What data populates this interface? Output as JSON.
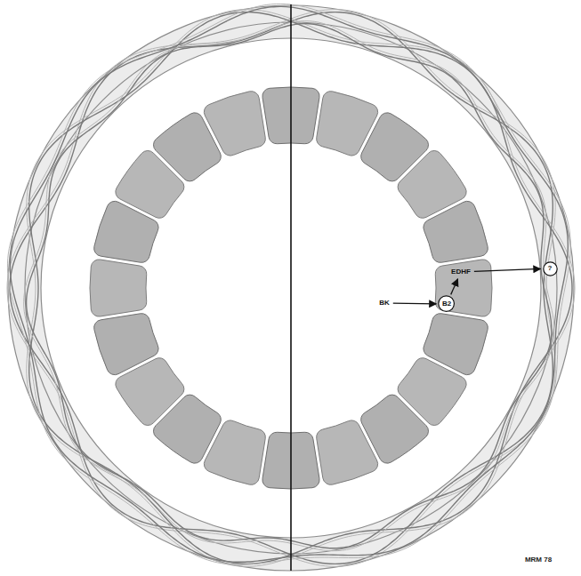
{
  "diagram": {
    "nodes": [
      {
        "text": [
          "BK"
        ]
      },
      {
        "text": [
          "B2"
        ]
      },
      {
        "text": [
          "EDHF"
        ]
      },
      {
        "text": [
          "?"
        ]
      }
    ],
    "edges": [
      {
        "from": 0,
        "to": 1,
        "arrow": "to"
      },
      {
        "from": 1,
        "to": 2,
        "arrow": "to"
      },
      {
        "from": 2,
        "to": 3,
        "arrow": "to"
      }
    ],
    "labels": [
      "MRM 78"
    ]
  }
}
